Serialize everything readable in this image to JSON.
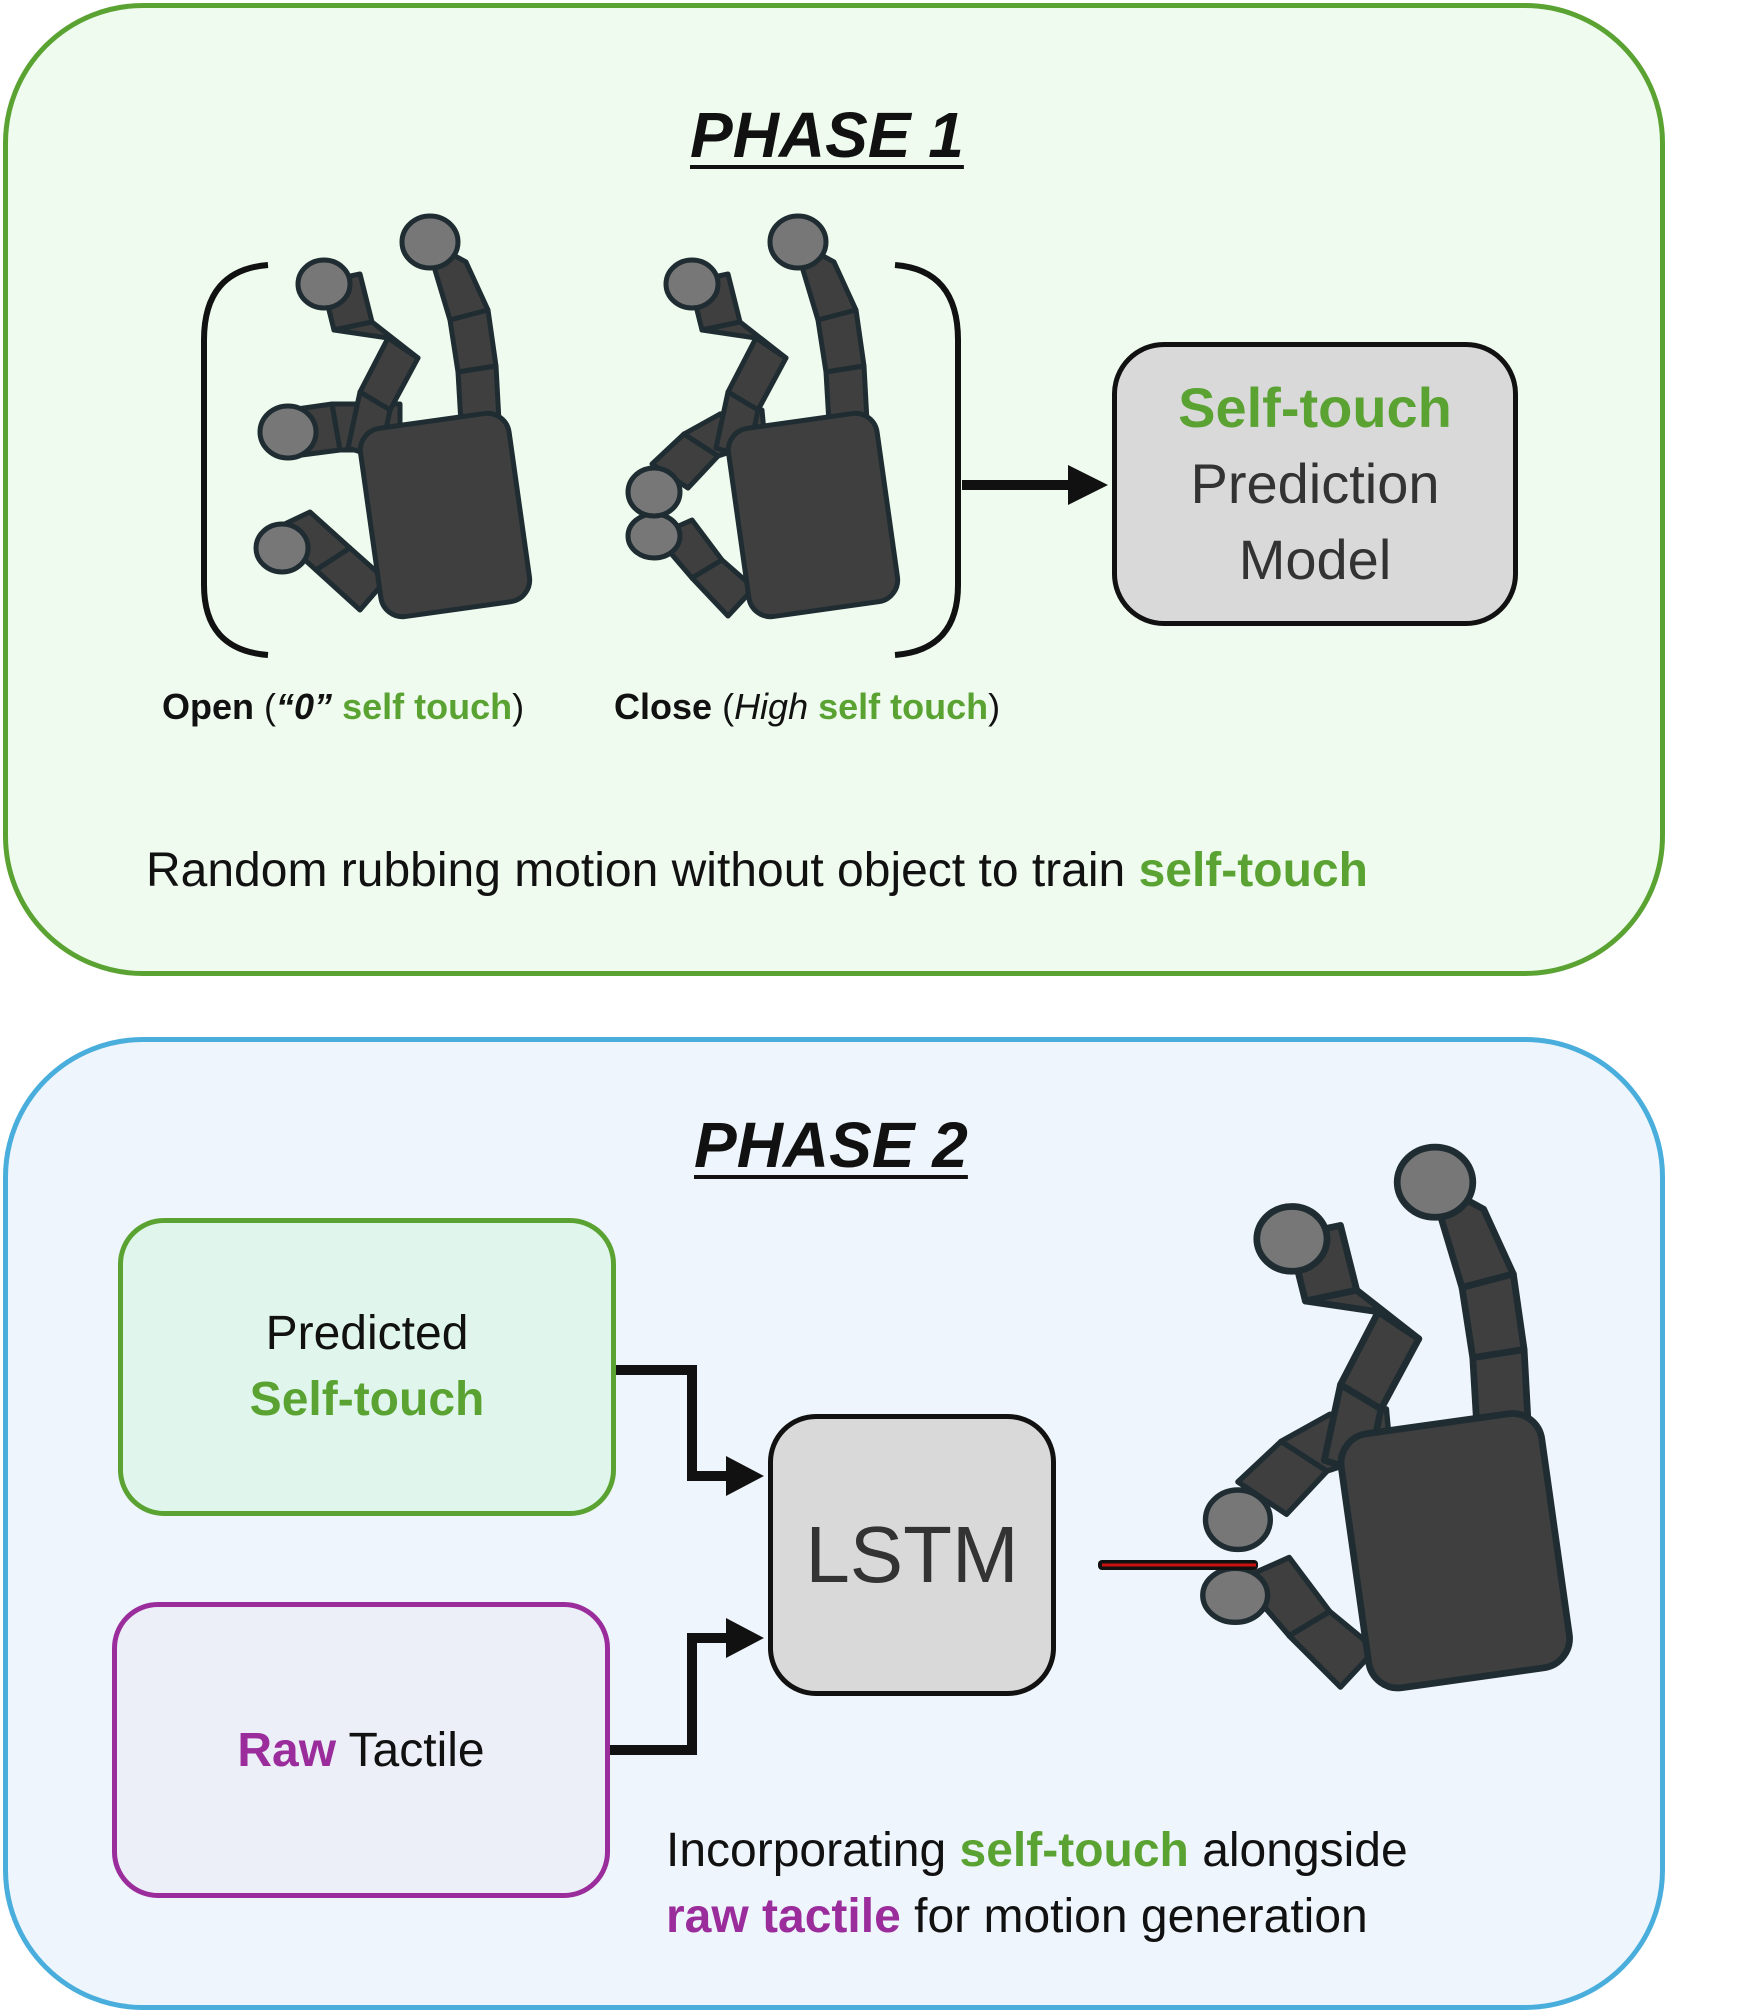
{
  "phase1": {
    "title": "PHASE 1",
    "open_caption": {
      "label": "Open",
      "paren_open": "(",
      "zero": "“0”",
      "self_touch": "self touch",
      "paren_close": ")"
    },
    "close_caption": {
      "label": "Close",
      "paren_open": "(",
      "high": "High",
      "self_touch": "self touch",
      "paren_close": ")"
    },
    "model_box": {
      "line1": "Self-touch",
      "line2": "Prediction",
      "line3": "Model"
    },
    "description": {
      "text": "Random rubbing motion without object to train ",
      "highlight": "self-touch"
    }
  },
  "phase2": {
    "title": "PHASE 2",
    "predicted_box": {
      "line1": "Predicted",
      "line2": "Self-touch"
    },
    "raw_box": {
      "highlight": "Raw",
      "text": " Tactile"
    },
    "lstm_box": {
      "label": "LSTM"
    },
    "description": {
      "line1_text": "Incorporating ",
      "line1_highlight": "self-touch",
      "line1_tail": " alongside",
      "line2_highlight": "raw tactile",
      "line2_tail": " for motion generation"
    }
  },
  "colors": {
    "phase1_border": "#5aa332",
    "phase1_fill": "#eefbee",
    "phase2_border": "#4aaedc",
    "phase2_fill": "#eef5fc",
    "self_touch_green": "#5aa332",
    "raw_purple": "#9a2c9c",
    "hand_dark": "#3f3f3f",
    "fingertip_gray": "#777777",
    "object_red": "#cc1111"
  },
  "icons": [
    "robot-hand-open-icon",
    "robot-hand-closed-icon",
    "robot-hand-grasp-icon",
    "arrow-right-icon"
  ]
}
